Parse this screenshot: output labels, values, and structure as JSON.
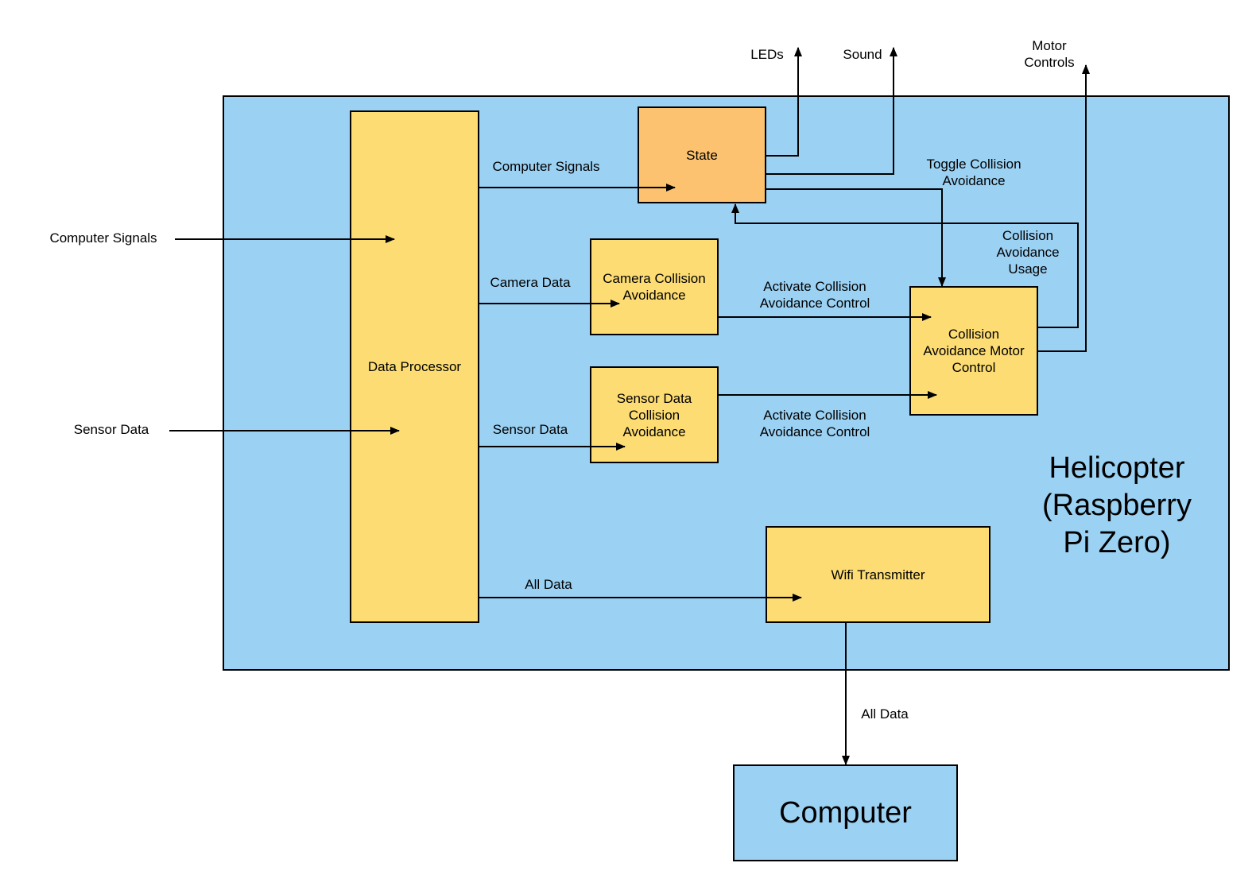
{
  "colors": {
    "container": "#9bd1f3",
    "block": "#fcdc73",
    "state": "#fcc26f",
    "stroke": "#000000"
  },
  "containers": {
    "helicopter": "Helicopter\n(Raspberry\nPi Zero)",
    "computer": "Computer"
  },
  "blocks": {
    "data_processor": "Data Processor",
    "state": "State",
    "camera_ca": "Camera Collision\nAvoidance",
    "sensor_ca": "Sensor Data\nCollision\nAvoidance",
    "ca_motor": "Collision\nAvoidance Motor\nControl",
    "wifi": "Wifi Transmitter"
  },
  "edges": {
    "ext_computer_signals": "Computer Signals",
    "ext_sensor_data": "Sensor Data",
    "dp_state": "Computer Signals",
    "dp_camera": "Camera Data",
    "dp_sensor": "Sensor Data",
    "dp_wifi": "All Data",
    "camera_motor": "Activate Collision\nAvoidance Control",
    "sensor_motor": "Activate Collision\nAvoidance Control",
    "state_motor": "Toggle Collision\nAvoidance",
    "motor_state": "Collision\nAvoidance\nUsage",
    "state_leds": "LEDs",
    "state_sound": "Sound",
    "motor_controls": "Motor\nControls",
    "wifi_computer": "All Data"
  }
}
